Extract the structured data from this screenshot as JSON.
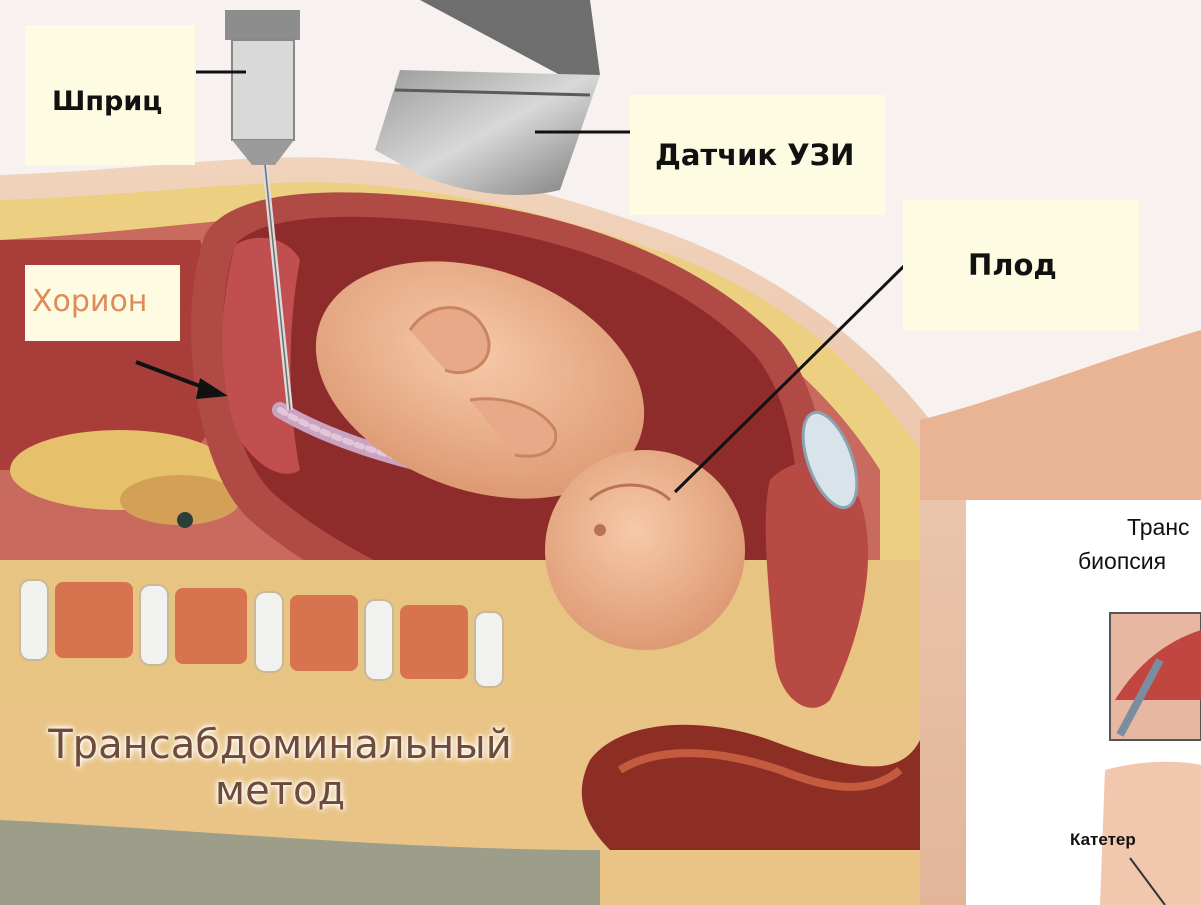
{
  "labels": {
    "syringe": "Шприц",
    "ultrasound_probe": "Датчик УЗИ",
    "chorion": "Хорион",
    "fetus": "Плод"
  },
  "method_caption": {
    "line1": "Трансабдоминальный",
    "line2": "метод"
  },
  "inset": {
    "title_line1": "Транс",
    "title_line2": "биопсия",
    "catheter_label": "Катетер"
  },
  "colors": {
    "label_background": "#fdfbe1",
    "chorion_text": "#e08a5a",
    "method_text": "#6e4b3a"
  }
}
